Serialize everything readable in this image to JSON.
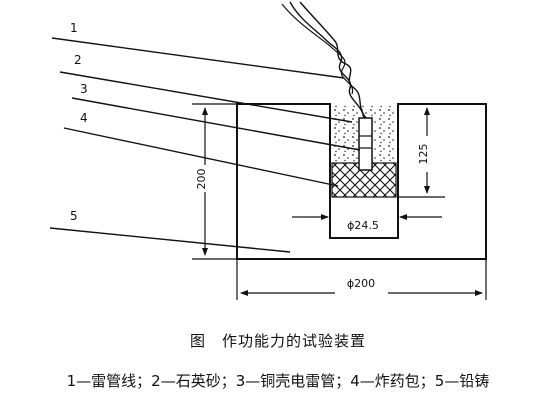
{
  "diagram": {
    "callouts": [
      "1",
      "2",
      "3",
      "4",
      "5"
    ],
    "dims": {
      "height_200": "200",
      "depth_125": "125",
      "inner_dia": "ϕ24.5",
      "outer_dia": "ϕ200"
    }
  },
  "caption": "图　作功能力的试验装置",
  "legend": "1—雷管线；2—石英砂；3—铜壳电雷管；4—炸药包；5—铅铸"
}
